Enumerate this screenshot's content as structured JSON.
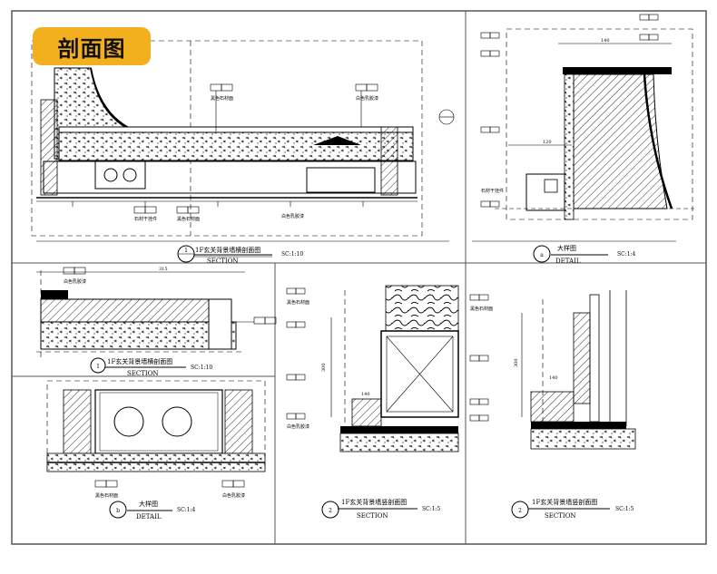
{
  "badge": {
    "label": "剖面图"
  },
  "panels": {
    "top_left": {
      "title": "1F玄关背景墙横剖面图",
      "caption": "SECTION",
      "scale": "SC:1:10",
      "number": "1"
    },
    "top_right": {
      "title": "大样图",
      "caption": "DETAIL",
      "scale": "SC:1:4",
      "number": "a"
    },
    "mid_left": {
      "title": "1F玄关背景墙横剖面图",
      "caption": "SECTION",
      "scale": "SC:1:10",
      "number": "1"
    },
    "bottom_left": {
      "title": "大样图",
      "caption": "DETAIL",
      "scale": "SC:1:4",
      "number": "b"
    },
    "bottom_mid": {
      "title": "1F玄关背景墙竖剖面图",
      "caption": "SECTION",
      "scale": "SC:1:5",
      "number": "2"
    },
    "bottom_right": {
      "title": "1F玄关背景墙竖剖面图",
      "caption": "SECTION",
      "scale": "SC:1:5",
      "number": "2"
    }
  },
  "dimensions": {
    "d315": "315",
    "d140a": "140",
    "d140b": "140",
    "d300a": "300",
    "d300b": "300",
    "d120": "120"
  },
  "notes": {
    "n1": "黑色石材面",
    "n2": "白色乳胶漆",
    "n3": "石材干挂件",
    "n4": "黑色石材面",
    "n5": "白色乳胶漆",
    "n6": "石材干挂件",
    "n7": "白色乳胶漆",
    "n8": "黑色石材面",
    "n9": "白色乳胶漆",
    "n10": "黑色石材面",
    "n11": "白色乳胶漆",
    "n12": "黑色石材面"
  },
  "colors": {
    "badge": "#f2b01e",
    "line": "#000000",
    "frame": "#555555"
  }
}
